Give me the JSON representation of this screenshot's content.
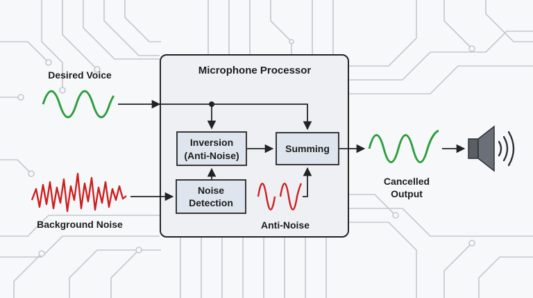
{
  "diagram": {
    "title": "Microphone Processor",
    "inputs": {
      "voice_label": "Desired Voice",
      "noise_label": "Background Noise"
    },
    "blocks": {
      "inversion": {
        "line1": "Inversion",
        "line2": "(Anti-Noise)"
      },
      "noise_detection": {
        "line1": "Noise",
        "line2": "Detection"
      },
      "summing": {
        "label": "Summing"
      }
    },
    "anti_noise_label": "Anti-Noise",
    "output": {
      "line1": "Cancelled",
      "line2": "Output"
    },
    "colors": {
      "voice_wave": "#2e9e3e",
      "noise_wave": "#cc2020",
      "block_fill": "#dfe5ee",
      "processor_fill": "#eef0f4",
      "stroke": "#222222",
      "circuit": "#c3c7cd",
      "speaker": "#5a5f66"
    },
    "icons": [
      "speaker-icon",
      "sound-waves-icon"
    ]
  }
}
